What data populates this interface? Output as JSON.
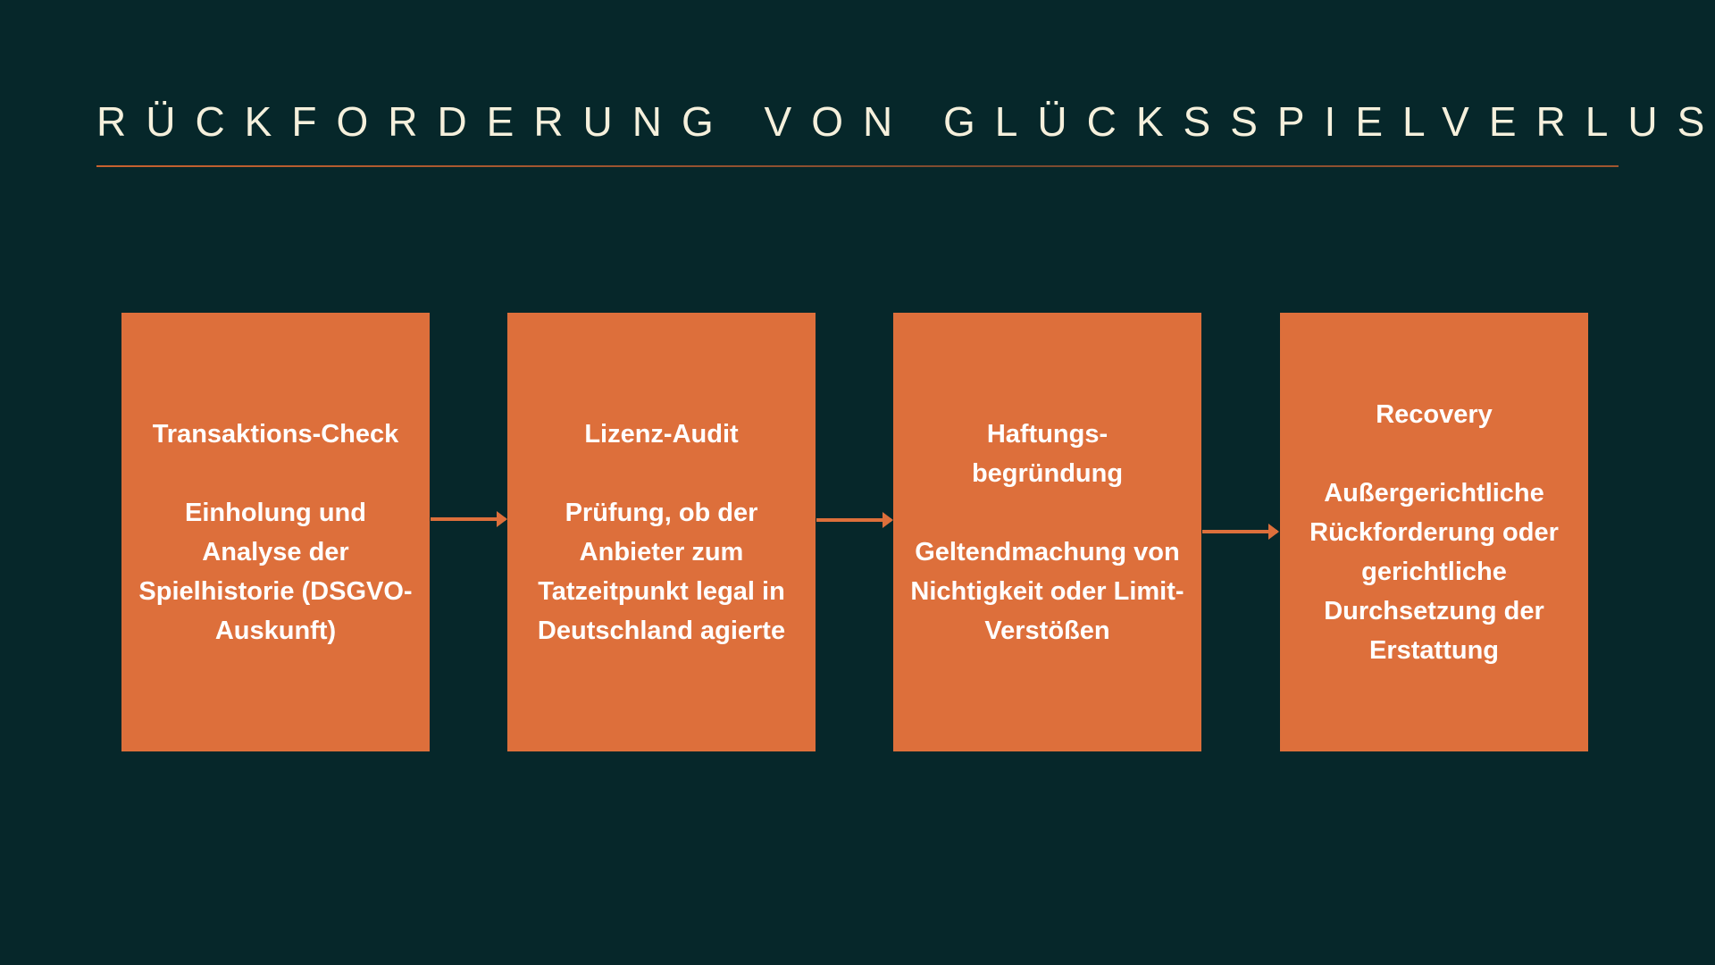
{
  "title": "RÜCKFORDERUNG VON GLÜCKSSPIELVERLUST",
  "colors": {
    "background": "#06272a",
    "accent": "#dd6f3b",
    "title": "#f5f0dc"
  },
  "steps": [
    {
      "heading": "Transaktions-Check",
      "body": "Einholung und Analyse der Spielhistorie (DSGVO-Auskunft)"
    },
    {
      "heading": "Lizenz-Audit",
      "body": "Prüfung, ob der Anbieter zum Tatzeitpunkt legal in Deutschland agierte"
    },
    {
      "heading": "Haftungs-begründung",
      "body": "Geltendmachung von Nichtigkeit oder Limit-Verstößen"
    },
    {
      "heading": "Recovery",
      "body": "Außergerichtliche Rückforderung oder gerichtliche Durchsetzung der Erstattung"
    }
  ]
}
